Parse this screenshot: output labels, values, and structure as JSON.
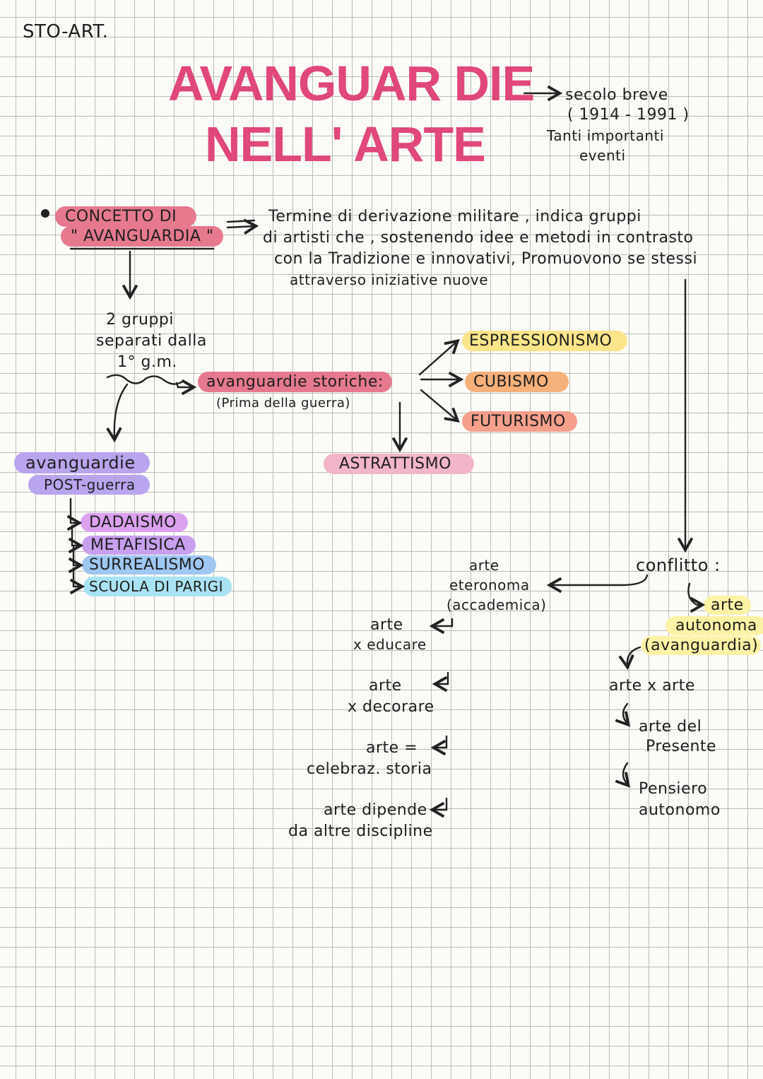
{
  "header": {
    "subject": "STO-ART."
  },
  "title": {
    "line1": "AVANGUAR DIE",
    "line2": "NELL' ARTE"
  },
  "side_note": {
    "line1": "secolo breve",
    "line2": "( 1914 - 1991 )",
    "line3": "Tanti importanti",
    "line4": "eventi"
  },
  "concept": {
    "label_line1": "CONCETTO  DI",
    "label_line2": "\" AVANGUARDIA \"",
    "definition": [
      "Termine   di derivazione   militare ,  indica  gruppi",
      "di  artisti che , sostenendo   idee  e  metodi  in  contrasto",
      "con  la  Tradizione  e  innovativi,  Promuovono  se  stessi",
      "attraverso  iniziative  nuove"
    ]
  },
  "groups": {
    "line1": "2 gruppi",
    "line2": "separati dalla",
    "line3": "1° g.m."
  },
  "historic": {
    "label": "avanguardie  storiche:",
    "note": "(Prima  della  guerra)",
    "movements": [
      "ESPRESSIONISMO",
      "CUBISMO",
      "FUTURISMO",
      "ASTRATTISMO"
    ]
  },
  "postwar": {
    "label_line1": "avanguardie",
    "label_line2": "POST-guerra",
    "movements": [
      "DADAISMO",
      "METAFISICA",
      "SURREALISMO",
      "SCUOLA  DI  PARIGI"
    ]
  },
  "conflict": {
    "label": "conflitto :",
    "heteronomous": {
      "title_line1": "arte",
      "title_line2": "eteronoma",
      "title_line3": "(accademica)",
      "items": [
        [
          "arte",
          "x educare"
        ],
        [
          "arte",
          "x decorare"
        ],
        [
          "arte =",
          "celebraz. storia"
        ],
        [
          "arte  dipende",
          "da  altre  discipline"
        ]
      ]
    },
    "autonomous": {
      "title_line1": "arte",
      "title_line2": "autonoma",
      "title_line3": "(avanguardia)",
      "items": [
        [
          "arte  x  arte",
          ""
        ],
        [
          "arte  del",
          "Presente"
        ],
        [
          "Pensiero",
          "autonomo"
        ]
      ]
    }
  },
  "colors": {
    "title": "#e0477a",
    "concept": "#e6798e",
    "historic": "#e6798e",
    "expressionism": "#fbe58a",
    "cubism": "#f6b07a",
    "futurism": "#f5a08c",
    "abstract": "#f2b6c8",
    "postwar": "#b9a4ee",
    "dada": "#dca2f0",
    "metafisica": "#c8a0ee",
    "surrealism": "#9ec7f2",
    "paris": "#a9e3f3",
    "autonomous": "#fdf3a6"
  }
}
